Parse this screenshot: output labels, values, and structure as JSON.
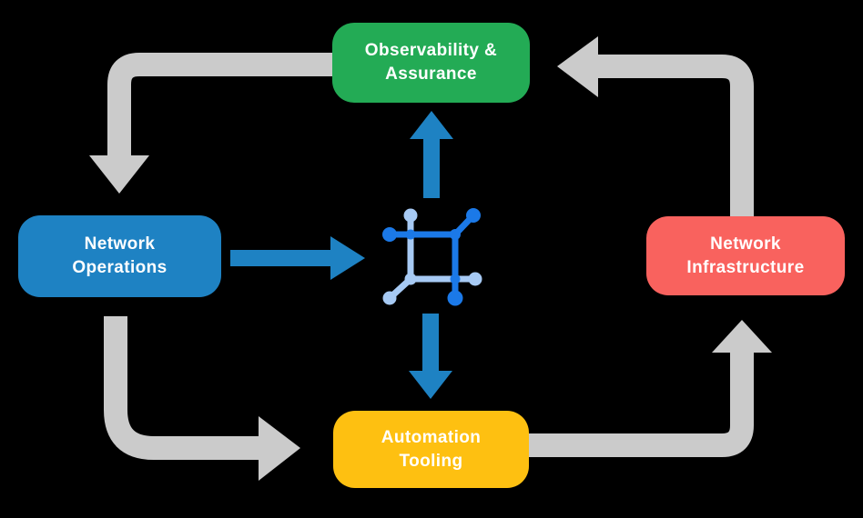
{
  "nodes": {
    "observability": {
      "line1": "Observability &",
      "line2": "Assurance",
      "color": "#23AB55"
    },
    "operations": {
      "line1": "Network",
      "line2": "Operations",
      "color": "#1E82C3"
    },
    "infrastructure": {
      "line1": "Network",
      "line2": "Infrastructure",
      "color": "#F9625E"
    },
    "automation": {
      "line1": "Automation",
      "line2": "Tooling",
      "color": "#FEC011"
    }
  },
  "colors": {
    "background": "#000000",
    "text": "#FFFFFF",
    "arrow_gray": "#CBCBCB",
    "arrow_blue": "#1E82C3",
    "icon_dark_blue": "#1B79E8",
    "icon_light_blue": "#A7CAF4"
  },
  "icons": {
    "center": "network-mesh-icon"
  }
}
